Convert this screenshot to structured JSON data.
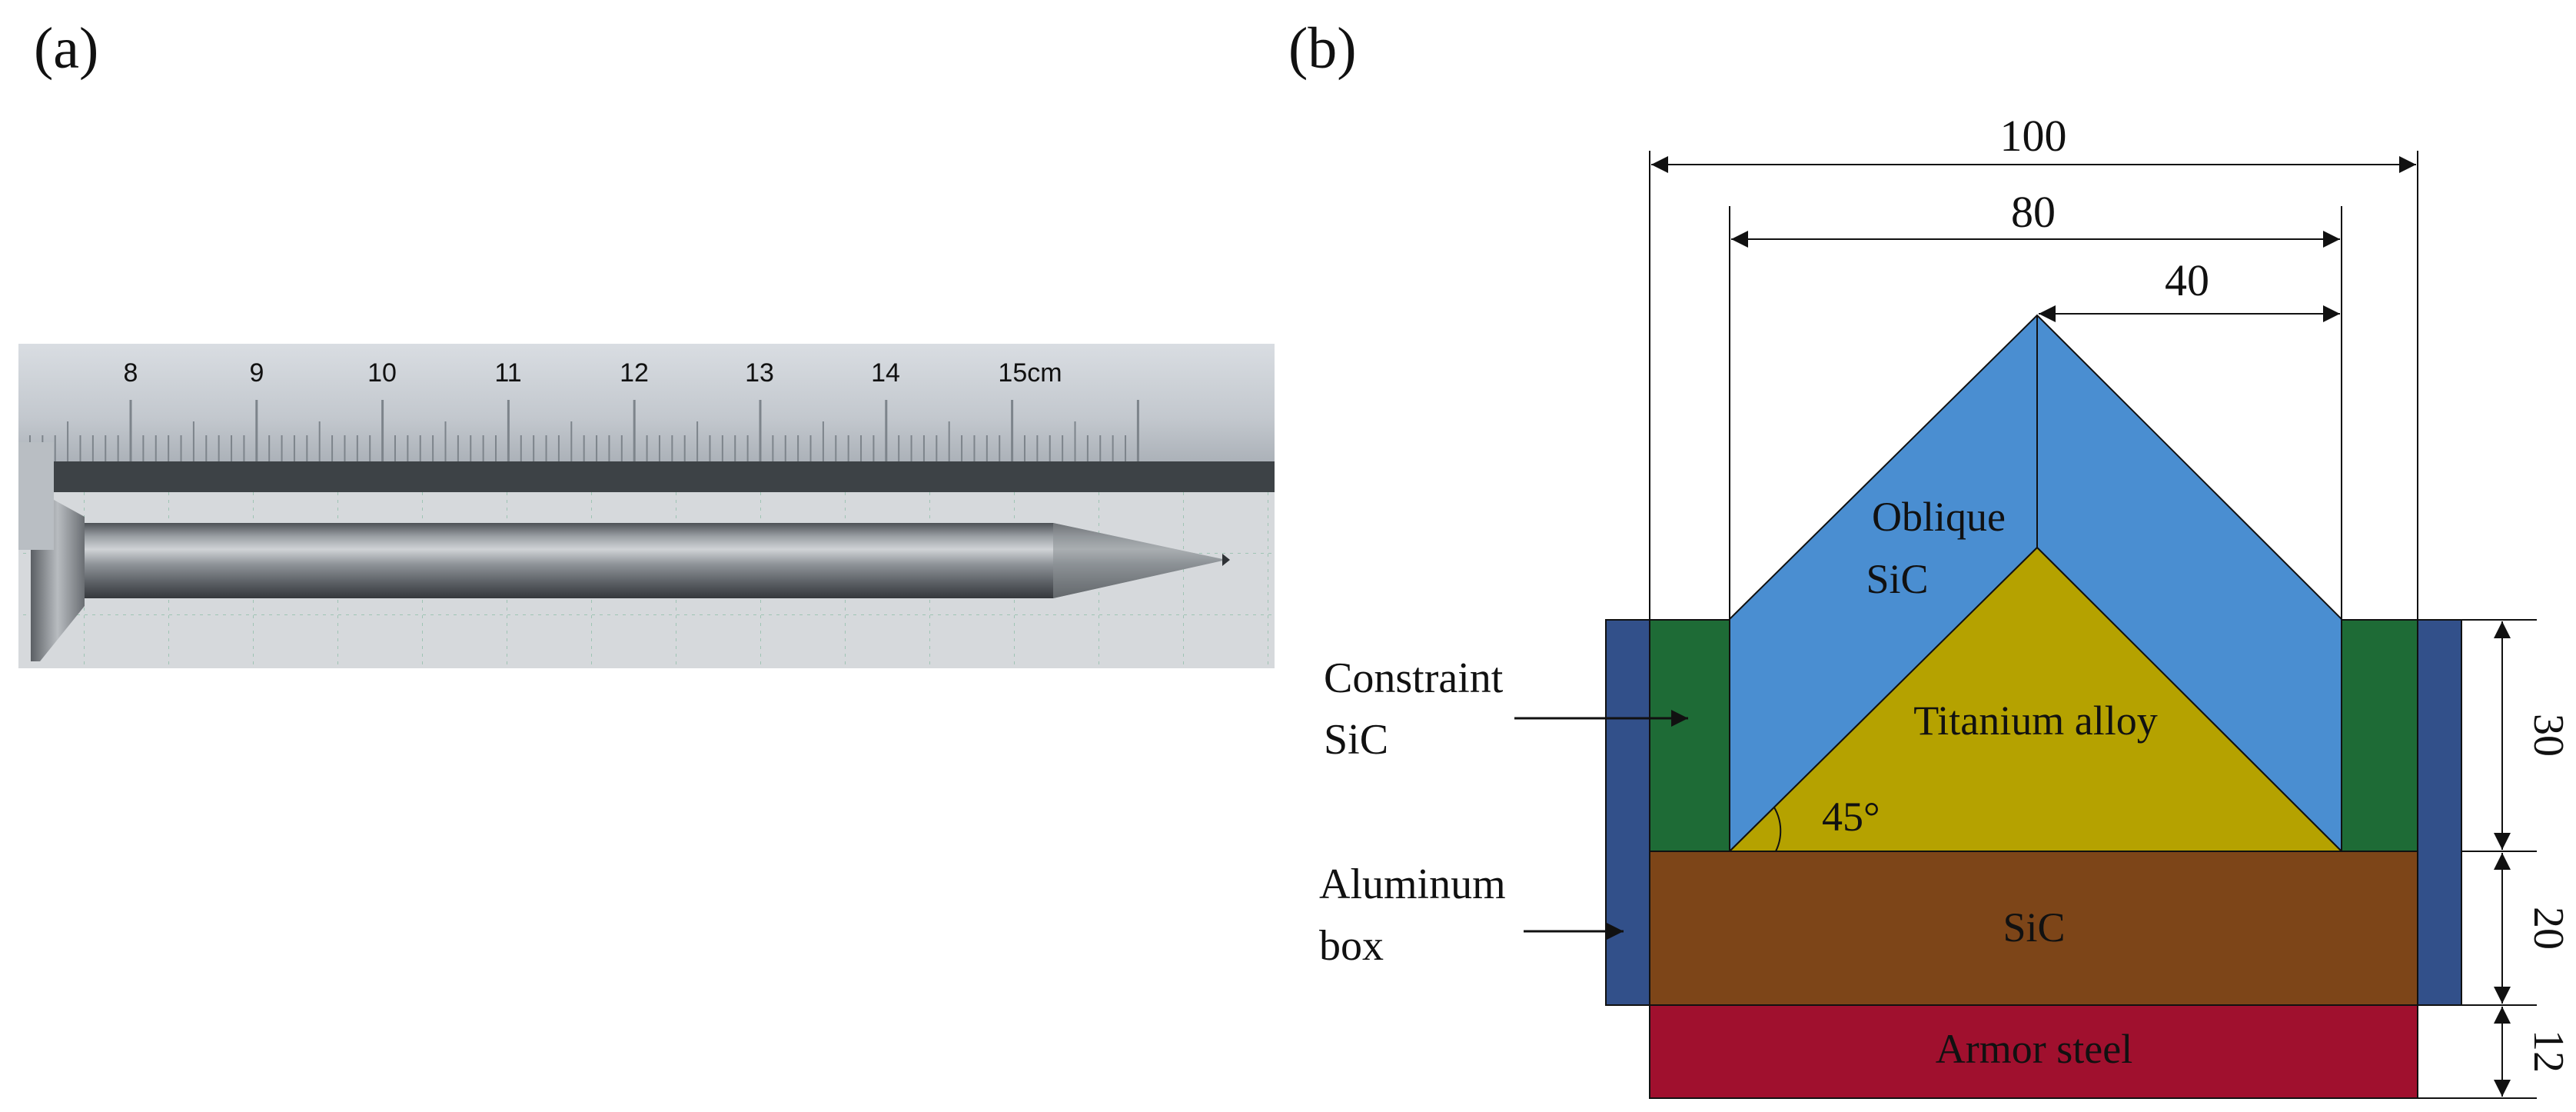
{
  "panels": {
    "a_label": "(a)",
    "b_label": "(b)"
  },
  "photo": {
    "ruler_ticks": [
      "8",
      "9",
      "10",
      "11",
      "12",
      "13",
      "14",
      "15cm"
    ]
  },
  "diagram": {
    "dimensions": {
      "total_width": "100",
      "inner_width": "80",
      "half_width": "40",
      "constraint_height": "30",
      "sic_height": "20",
      "steel_height": "12"
    },
    "labels": {
      "oblique_line1": "Oblique",
      "oblique_line2": "SiC",
      "titanium": "Titanium alloy",
      "angle": "45°",
      "sic": "SiC",
      "armor_steel": "Armor steel",
      "constraint_line1": "Constraint",
      "constraint_line2": "SiC",
      "aluminum_line1": "Aluminum",
      "aluminum_line2": "box"
    },
    "colors": {
      "oblique_sic": "#4a8ed1",
      "titanium_alloy": "#b5a200",
      "constraint_sic": "#1e6b36",
      "aluminum_box": "#32508a",
      "sic": "#7d4518",
      "armor_steel": "#a0102e"
    }
  }
}
